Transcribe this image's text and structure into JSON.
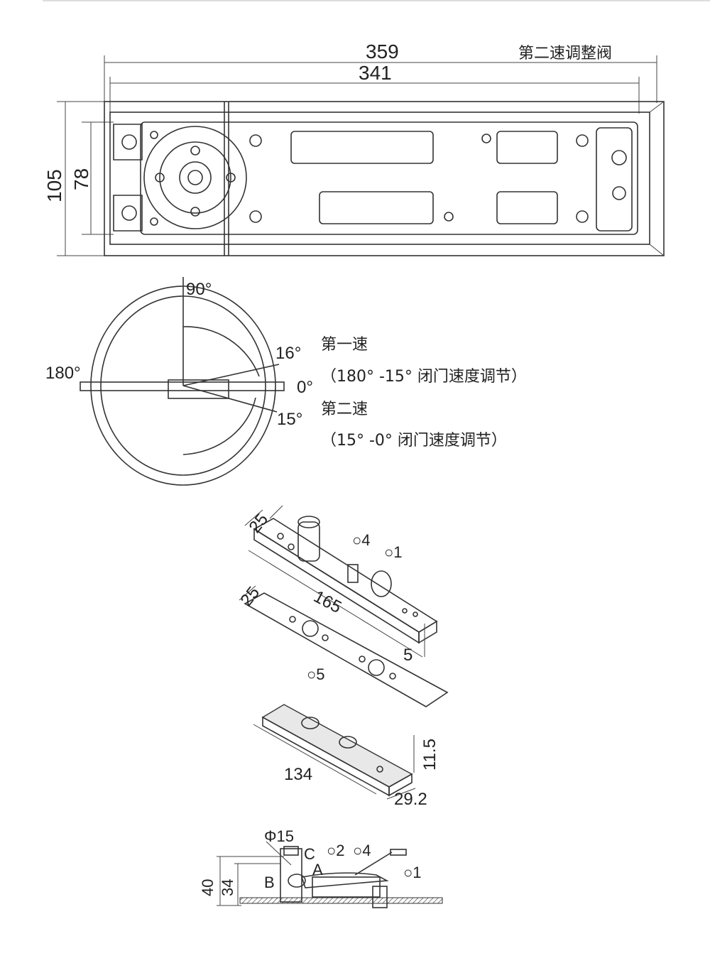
{
  "top_view": {
    "dim_overall_length": "359",
    "dim_body_length": "341",
    "dim_overall_width": "105",
    "dim_body_width": "78",
    "valve_label": "第二速调整阀"
  },
  "angle_diagram": {
    "angle_90": "90°",
    "angle_180": "180°",
    "angle_16": "16°",
    "angle_0": "0°",
    "angle_15": "15°",
    "first_speed_label": "第一速",
    "first_speed_note": "（180° -15° 闭门速度调节）",
    "second_speed_label": "第二速",
    "second_speed_note": "（15° -0° 闭门速度调节）"
  },
  "exploded_view": {
    "dim_top_width": "25",
    "part_4": "○4",
    "part_1": "○1",
    "dim_plate_width": "25",
    "dim_plate_length": "165",
    "dim_plate_thickness": "5",
    "part_5": "○5",
    "dim_strap_length": "134",
    "dim_strap_height": "11.5",
    "dim_strap_width": "29.2"
  },
  "side_view": {
    "dim_diameter": "Φ15",
    "label_c": "C",
    "label_b": "B",
    "label_a": "A",
    "part_2": "○2",
    "part_4": "○4",
    "part_1": "○1",
    "dim_height_40": "40",
    "dim_height_34": "34"
  }
}
